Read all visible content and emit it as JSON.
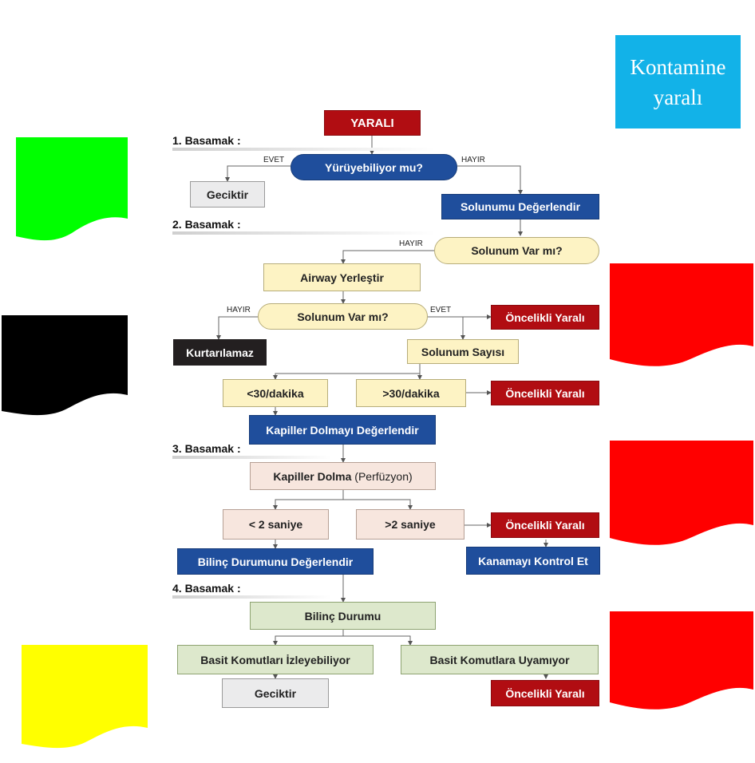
{
  "top_label": {
    "line1": "Kontamine",
    "line2": "yaralı"
  },
  "flags": [
    {
      "name": "green-flag",
      "color": "#00ff00"
    },
    {
      "name": "black-flag",
      "color": "#000000"
    },
    {
      "name": "yellow-flag",
      "color": "#ffff00"
    },
    {
      "name": "red-flag-1",
      "color": "#ff0000"
    },
    {
      "name": "red-flag-2",
      "color": "#ff0000"
    },
    {
      "name": "red-flag-3",
      "color": "#ff0000"
    }
  ],
  "steps": {
    "s1": "1. Basamak :",
    "s2": "2. Basamak :",
    "s3": "3. Basamak :",
    "s4": "4. Basamak :"
  },
  "edge_labels": {
    "evet": "EVET",
    "hayir": "HAYIR"
  },
  "nodes": {
    "yarali": "YARALI",
    "yuruyebiliyor": "Yürüyebiliyor mu?",
    "geciktir": "Geciktir",
    "solunum_degerlendir": "Solunumu Değerlendir",
    "solunum_var_1": "Solunum Var mı?",
    "airway": "Airway Yerleştir",
    "solunum_var_2": "Solunum Var mı?",
    "oncelikli": "Öncelikli Yaralı",
    "kurtarilamaz": "Kurtarılamaz",
    "solunum_sayisi": "Solunum Sayısı",
    "lt30": "<30/dakika",
    "gt30": ">30/dakika",
    "kapiller_degerlendir": "Kapiller Dolmayı Değerlendir",
    "kapiller_dolma": "Kapiller Dolma",
    "perfuzyon": "(Perfüzyon)",
    "lt2": "< 2 saniye",
    "gt2": ">2 saniye",
    "bilinc_degerlendir": "Bilinç Durumunu Değerlendir",
    "kanama": "Kanamayı Kontrol Et",
    "bilinc_durumu": "Bilinç Durumu",
    "izleyebiliyor": "Basit Komutları İzleyebiliyor",
    "uyamiyor": "Basit Komutlara Uyamıyor"
  }
}
